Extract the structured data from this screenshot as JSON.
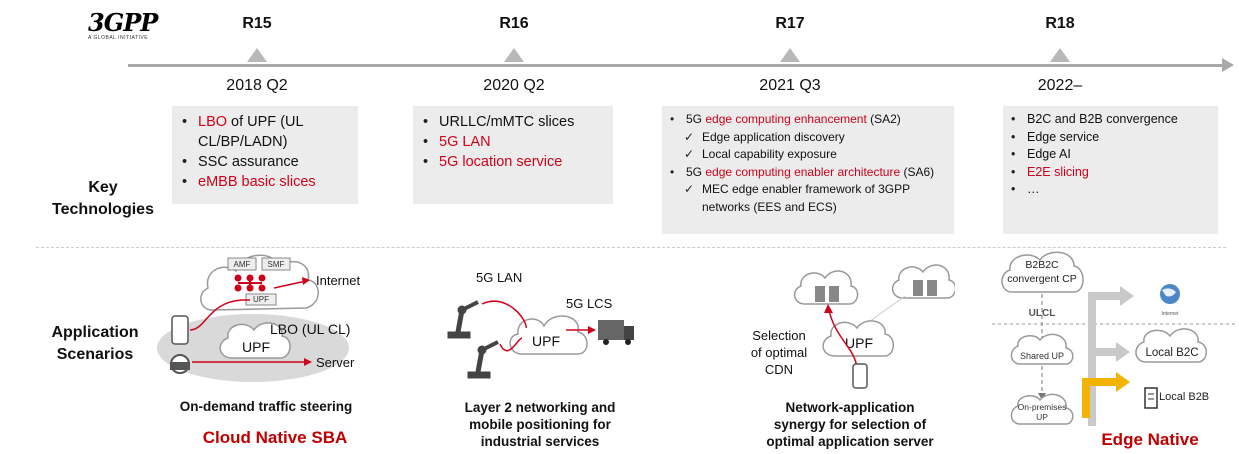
{
  "logo": {
    "text": "3GPP",
    "subtitle": "A GLOBAL INITIATIVE"
  },
  "timeline": [
    {
      "release": "R15",
      "date": "2018 Q2"
    },
    {
      "release": "R16",
      "date": "2020 Q2"
    },
    {
      "release": "R17",
      "date": "2021 Q3"
    },
    {
      "release": "R18",
      "date": "2022–"
    }
  ],
  "row_labels": {
    "key_technologies": "Key Technologies",
    "application_scenarios": "Application Scenarios"
  },
  "tech_boxes": {
    "r15": [
      {
        "parts": [
          {
            "t": "LBO",
            "red": true
          },
          {
            "t": " of UPF (UL CL/BP/LADN)",
            "red": false
          }
        ]
      },
      {
        "parts": [
          {
            "t": "SSC assurance",
            "red": false
          }
        ]
      },
      {
        "parts": [
          {
            "t": "eMBB basic slices",
            "red": true
          }
        ]
      }
    ],
    "r16": [
      {
        "parts": [
          {
            "t": "URLLC/mMTC slices",
            "red": false
          }
        ]
      },
      {
        "parts": [
          {
            "t": "5G LAN",
            "red": true
          }
        ]
      },
      {
        "parts": [
          {
            "t": "5G location service",
            "red": true
          }
        ]
      }
    ],
    "r17": [
      {
        "parts": [
          {
            "t": "5G ",
            "red": false
          },
          {
            "t": "edge computing enhancement",
            "red": true
          },
          {
            "t": " (SA2)",
            "red": false
          }
        ]
      },
      {
        "sub": true,
        "parts": [
          {
            "t": "Edge application discovery",
            "red": false
          }
        ]
      },
      {
        "sub": true,
        "parts": [
          {
            "t": "Local capability exposure",
            "red": false
          }
        ]
      },
      {
        "parts": [
          {
            "t": "5G ",
            "red": false
          },
          {
            "t": "edge computing enabler architecture",
            "red": true
          },
          {
            "t": " (SA6)",
            "red": false
          }
        ]
      },
      {
        "sub": true,
        "parts": [
          {
            "t": "MEC edge enabler framework of 3GPP networks (EES and ECS)",
            "red": false
          }
        ]
      }
    ],
    "r18": [
      {
        "parts": [
          {
            "t": "B2C and B2B convergence",
            "red": false
          }
        ]
      },
      {
        "parts": [
          {
            "t": "Edge service",
            "red": false
          }
        ]
      },
      {
        "parts": [
          {
            "t": "Edge AI",
            "red": false
          }
        ]
      },
      {
        "parts": [
          {
            "t": "E2E slicing",
            "red": true
          }
        ]
      },
      {
        "parts": [
          {
            "t": "…",
            "red": false
          }
        ]
      }
    ]
  },
  "diagrams": {
    "d1": {
      "amf": "AMF",
      "smf": "SMF",
      "upf_small": "UPF",
      "internet": "Internet",
      "lbo": "LBO (UL CL)",
      "upf": "UPF",
      "server": "Server"
    },
    "d2": {
      "lan": "5G LAN",
      "lcs": "5G LCS",
      "upf": "UPF"
    },
    "d3": {
      "upf": "UPF",
      "selection": [
        "Selection",
        "of optimal",
        "CDN"
      ]
    },
    "d4": {
      "cp": [
        "B2B2C",
        "convergent CP"
      ],
      "ulcl": "ULCL",
      "shared": "Shared UP",
      "onprem": [
        "On-premises",
        "UP"
      ],
      "internet": "Internet",
      "local_b2c": "Local B2C",
      "local_b2b": "Local B2B"
    }
  },
  "captions": {
    "c1": "On-demand traffic steering",
    "c2": [
      "Layer 2 networking and",
      "mobile positioning for",
      "industrial services"
    ],
    "c3": [
      "Network-application",
      "synergy for selection of",
      "optimal application server"
    ]
  },
  "natives": {
    "cloud": "Cloud Native SBA",
    "edge": "Edge Native"
  }
}
